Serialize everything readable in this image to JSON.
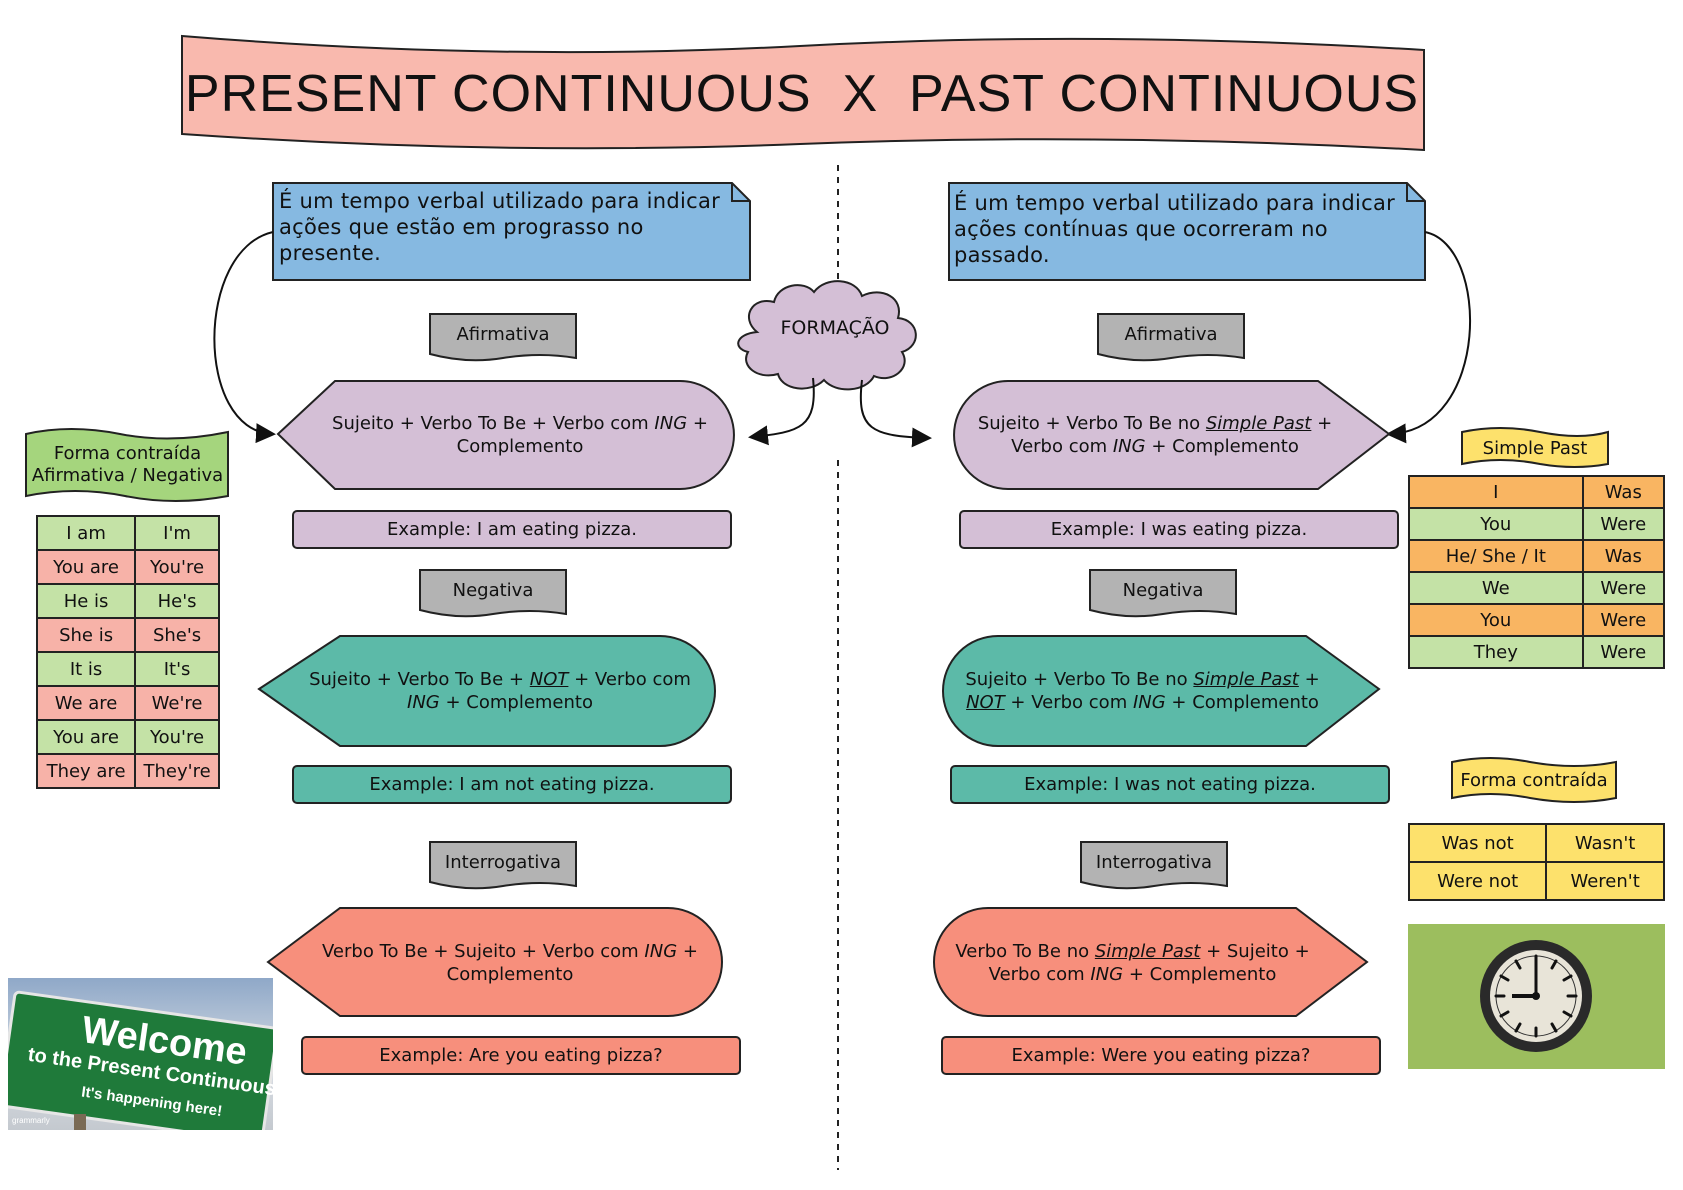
{
  "title": "PRESENT CONTINUOUS  X  PAST CONTINUOUS",
  "center_cloud": "FORMAÇÃO",
  "colors": {
    "title_banner": "#f9b9ae",
    "note": "#86b9e1",
    "tag": "#b3b3b3",
    "affirmative": "#d4bfd6",
    "negative": "#5cbaa8",
    "interrogative": "#f78f7c",
    "cloud": "#d4bfd6",
    "green_cell": "#c4e2a6",
    "pink_cell": "#f7b2a8",
    "orange_cell": "#f9b562",
    "yellow": "#fde16c",
    "contracted_banner": "#a5d57d"
  },
  "present": {
    "definition": "É um tempo verbal utilizado para indicar ações que estão em prograsso no presente.",
    "affirmative": {
      "tag": "Afirmativa",
      "parts": [
        "Sujeito + Verbo To Be + Verbo com ",
        "ING",
        " + Complemento"
      ],
      "example": "Example: I am eating pizza."
    },
    "negative": {
      "tag": "Negativa",
      "parts": [
        "Sujeito + Verbo To Be + ",
        "NOT",
        " + Verbo com ",
        "ING",
        " + Complemento"
      ],
      "example": "Example: I am not eating pizza."
    },
    "interrogative": {
      "tag": "Interrogativa",
      "parts": [
        "Verbo To Be + Sujeito + Verbo com ",
        "ING",
        " + Complemento"
      ],
      "example": "Example: Are you eating pizza?"
    }
  },
  "past": {
    "definition": "É um tempo verbal utilizado para indicar ações contínuas que ocorreram no passado.",
    "affirmative": {
      "tag": "Afirmativa",
      "parts": [
        "Sujeito + Verbo To Be no ",
        "Simple Past",
        " + Verbo com ",
        "ING",
        " + Complemento"
      ],
      "example": "Example: I was eating pizza."
    },
    "negative": {
      "tag": "Negativa",
      "parts": [
        "Sujeito + Verbo To Be no ",
        "Simple Past",
        " + ",
        "NOT",
        " + Verbo com ",
        "ING",
        " + Complemento"
      ],
      "example": "Example: I was not eating pizza."
    },
    "interrogative": {
      "tag": "Interrogativa",
      "parts": [
        "Verbo To Be no ",
        "Simple Past",
        " + Sujeito + Verbo com ",
        "ING",
        " + Complemento"
      ],
      "example": "Example: Were you eating pizza?"
    }
  },
  "contracted_left": {
    "title_line1": "Forma contraída",
    "title_line2": "Afirmativa / Negativa",
    "rows": [
      [
        "I am",
        "I'm"
      ],
      [
        "You are",
        "You're"
      ],
      [
        "He is",
        "He's"
      ],
      [
        "She is",
        "She's"
      ],
      [
        "It is",
        "It's"
      ],
      [
        "We are",
        "We're"
      ],
      [
        "You are",
        "You're"
      ],
      [
        "They are",
        "They're"
      ]
    ]
  },
  "simple_past_table": {
    "title": "Simple Past",
    "rows": [
      [
        "I",
        "Was"
      ],
      [
        "You",
        "Were"
      ],
      [
        "He/  She / It",
        "Was"
      ],
      [
        "We",
        "Were"
      ],
      [
        "You",
        "Were"
      ],
      [
        "They",
        "Were"
      ]
    ]
  },
  "contracted_right": {
    "title": "Forma contraída",
    "rows": [
      [
        "Was not",
        "Wasn't"
      ],
      [
        "Were not",
        "Weren't"
      ]
    ]
  },
  "sign_image": {
    "line1": "Welcome",
    "line2": "to the Present Continuous",
    "line3": "It's happening here!",
    "logo": "grammarly"
  }
}
